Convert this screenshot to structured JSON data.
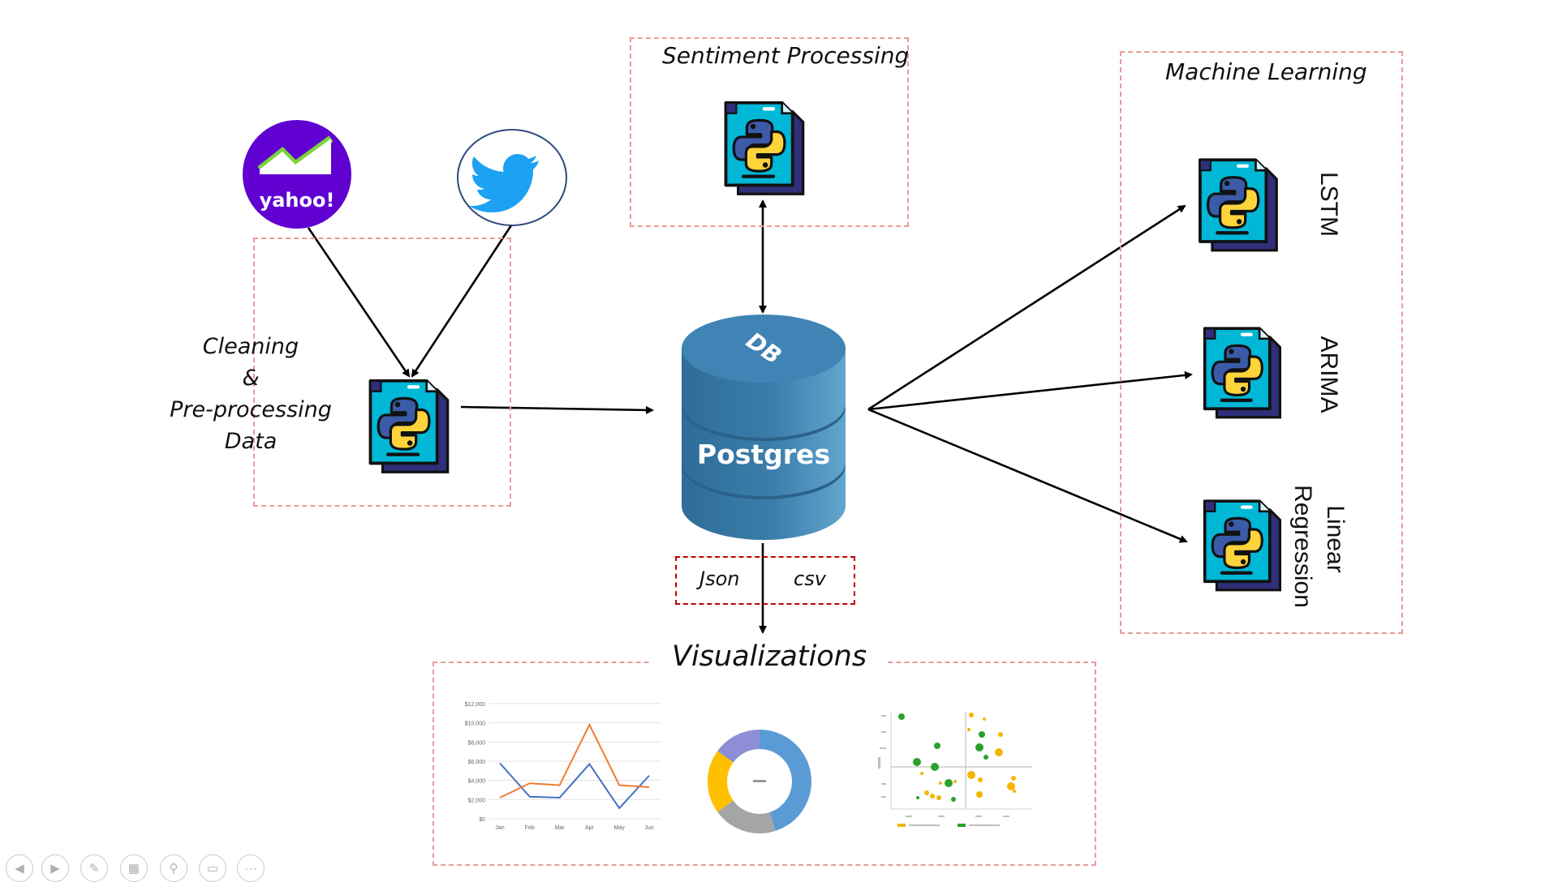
{
  "sources": {
    "yahoo_logo_text": "yahoo!"
  },
  "cleaning": {
    "line1": "Cleaning",
    "line2": "&",
    "line3": "Pre-processing",
    "line4": "Data"
  },
  "sentiment": {
    "title": "Sentiment Processing"
  },
  "database": {
    "badge": "DB",
    "name": "Postgres"
  },
  "formats": {
    "json": "Json",
    "csv": "csv"
  },
  "machine_learning": {
    "title": "Machine Learning",
    "models": [
      "LSTM",
      "ARIMA",
      "Linear",
      "Regression"
    ]
  },
  "visualizations": {
    "title": "Visualizations"
  },
  "chart_data": {
    "type": "line",
    "categories": [
      "Jan",
      "Feb",
      "Mar",
      "Apr",
      "May",
      "Jun"
    ],
    "y_ticks": [
      "$0",
      "$2,000",
      "$4,000",
      "$6,000",
      "$8,000",
      "$10,000",
      "$12,000"
    ],
    "ylim": [
      0,
      12000
    ],
    "series": [
      {
        "values": [
          5800,
          2300,
          2200,
          5700,
          1100,
          4500
        ],
        "color": "#4472c4"
      },
      {
        "values": [
          2200,
          3700,
          3500,
          9800,
          3500,
          3300
        ],
        "color": "#ed7d31"
      }
    ]
  },
  "donut": {
    "values": [
      45,
      20,
      20,
      15
    ],
    "colors": [
      "#5b9bd5",
      "#a5a5a5",
      "#ffc000",
      "#8e8ed6"
    ]
  },
  "colors": {
    "python_blue": "#3b5ba8",
    "python_yellow": "#ffd43b",
    "doc_cyan": "#00b7d6",
    "doc_dark": "#2f2f7a",
    "db_blue": "#3b7daa",
    "yahoo_purple": "#6001d2",
    "twitter_blue": "#1da1f2"
  },
  "controls": [
    "prev-icon",
    "next-icon",
    "pen-icon",
    "grid-icon",
    "zoom-icon",
    "subtitle-icon",
    "more-icon"
  ]
}
